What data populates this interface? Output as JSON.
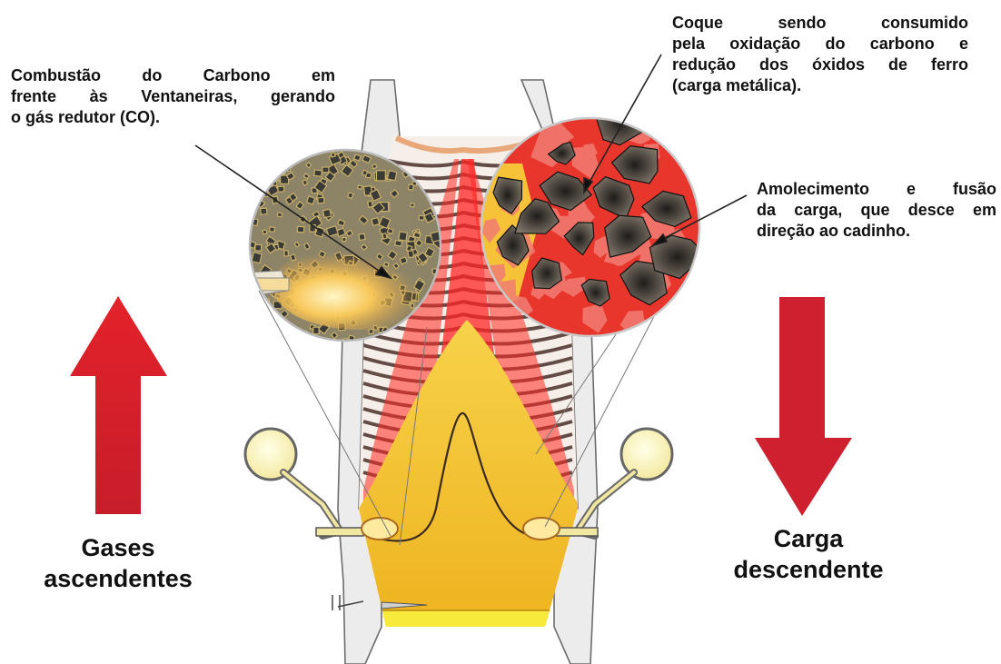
{
  "annotations": {
    "combustion": [
      "Combustão do Carbono em",
      "frente às Ventaneiras, gerando",
      "o gás redutor (CO)."
    ],
    "coke": [
      "Coque sendo consumido",
      "pela oxidação do carbono e",
      "redução dos óxidos de ferro",
      "(carga metálica)."
    ],
    "softening": [
      "Amolecimento e fusão",
      "da carga, que desce em",
      "direção ao cadinho."
    ]
  },
  "arrows": {
    "left_label": [
      "Gases",
      "ascendentes"
    ],
    "right_label": [
      "Carga",
      "descendente"
    ]
  },
  "colors": {
    "arrow_red": "#cf2030",
    "hot_red": "#e8322b",
    "molten_yellow": "#f2c230",
    "coke_gray": "#5a544c",
    "furnace_wall": "#ececec"
  }
}
